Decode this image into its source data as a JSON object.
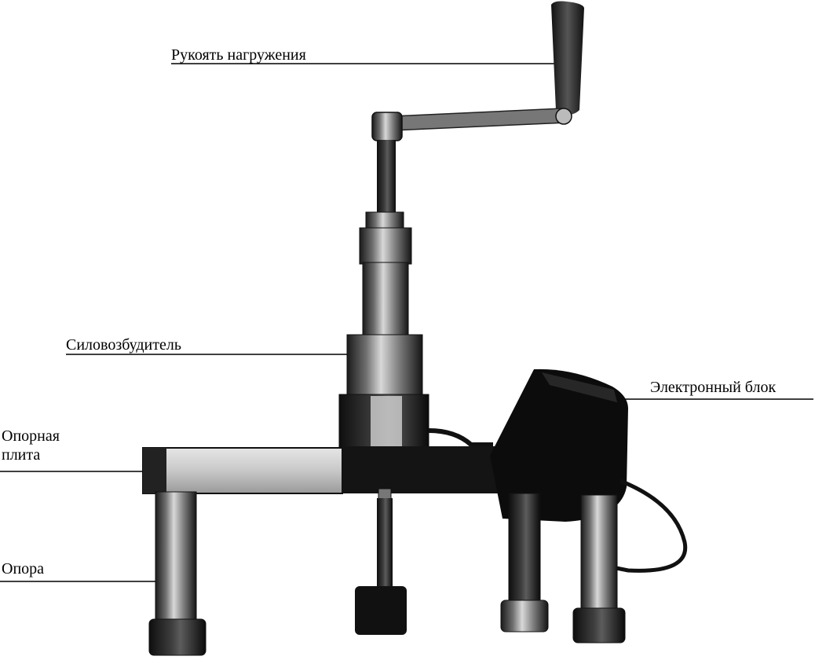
{
  "labels": {
    "handle": "Рукоять нагружения",
    "force_exciter": "Силовозбудитель",
    "electronic_unit": "Электронный блок",
    "support_plate_line1": "Опорная",
    "support_plate_line2": "плита",
    "support": "Опора"
  },
  "colors": {
    "background": "#ffffff",
    "ink": "#000000",
    "dark_metal": "#1e1e1e",
    "mid_metal": "#5a5a5a",
    "light_metal": "#cfcfcf"
  }
}
